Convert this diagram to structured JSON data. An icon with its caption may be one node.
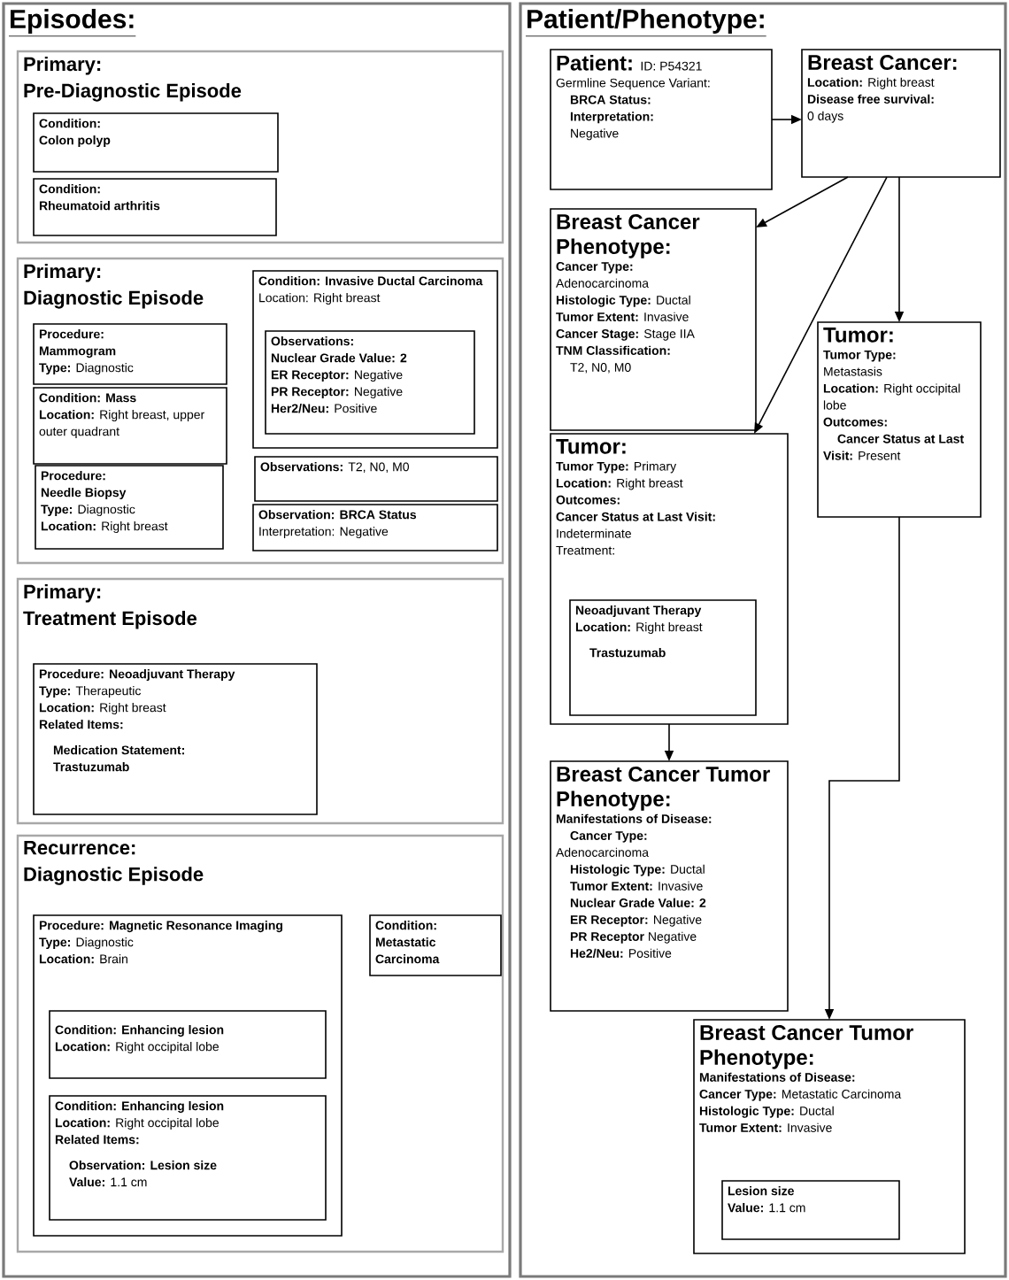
{
  "diagram": {
    "nodes": [
      {
        "text": [
          "Episodes:"
        ]
      },
      {
        "text": [
          "Primary:",
          "Pre-Diagnostic Episode"
        ],
        "in": 0
      },
      {
        "text": [
          "Condition:",
          "Colon polyp"
        ],
        "in": 1
      },
      {
        "text": [
          "Condition:",
          "Rheumatoid arthritis"
        ],
        "in": 1
      },
      {
        "text": [
          "Primary:",
          "Diagnostic Episode"
        ],
        "in": 0
      },
      {
        "text": [
          "Procedure:",
          "Mammogram",
          "**Type:** Diagnostic"
        ],
        "in": 4
      },
      {
        "text": [
          "Condition: Mass",
          "**Location:** Right breast, upper outer quadrant"
        ],
        "in": 4
      },
      {
        "text": [
          "Procedure:",
          "Needle Biopsy",
          "**Type:** Diagnostic",
          "**Location:** Right breast"
        ],
        "in": 4
      },
      {
        "text": [
          "Condition: Invasive Ductal Carcinoma",
          "Location: Right breast"
        ],
        "in": 4
      },
      {
        "text": [
          "Observations:",
          "Nuclear Grade Value: 2",
          "**ER Receptor:** Negative",
          "**PR Receptor:** Negative",
          "**Her2/Neu:** Positive"
        ],
        "in": 8
      },
      {
        "text": [
          "**Observations:** T2, N0, M0"
        ],
        "in": 4
      },
      {
        "text": [
          "Observation: BRCA Status",
          "Interpretation: Negative"
        ],
        "in": 4
      },
      {
        "text": [
          "Primary:",
          "Treatment Episode"
        ],
        "in": 0
      },
      {
        "text": [
          "Procedure: Neoadjuvant Therapy",
          "**Type:** Therapeutic",
          "**Location:** Right breast",
          "Related Items:",
          "Medication Statement:",
          "Trastuzumab"
        ],
        "in": 12
      },
      {
        "text": [
          "Recurrence:",
          "Diagnostic Episode"
        ],
        "in": 0
      },
      {
        "text": [
          "Procedure: Magnetic Resonance Imaging",
          "**Type:** Diagnostic",
          "**Location:** Brain"
        ],
        "in": 14
      },
      {
        "text": [
          "Condition: Enhancing lesion",
          "**Location:** Right occipital lobe"
        ],
        "in": 15
      },
      {
        "text": [
          "Condition: Enhancing lesion",
          "**Location:** Right occipital lobe",
          "Related Items:",
          "Observation: Lesion size",
          "**Value:** 1.1 cm"
        ],
        "in": 15
      },
      {
        "text": [
          "Condition: Metastatic Carcinoma"
        ],
        "in": 14
      },
      {
        "text": [
          "Patient/Phenotype:"
        ]
      },
      {
        "text": [
          "Patient:",
          "ID: P54321",
          "Germline Sequence Variant:",
          "BRCA Status:",
          "Interpretation:",
          "Negative"
        ],
        "in": 19
      },
      {
        "text": [
          "Breast Cancer:",
          "**Location:** Right breast",
          "Disease free survival:",
          "0 days"
        ],
        "in": 19
      },
      {
        "text": [
          "Breast Cancer Phenotype:",
          "Cancer Type:",
          "Adenocarcinoma",
          "**Histologic Type:** Ductal",
          "**Tumor Extent:** Invasive",
          "**Cancer Stage:** Stage IIA",
          "TNM Classification:",
          "T2, N0, M0"
        ],
        "in": 19
      },
      {
        "text": [
          "Tumor:",
          "Tumor Type:",
          "Metastasis",
          "**Location:** Right occipital lobe",
          "Outcomes:",
          "**Cancer Status at Last Visit:** Present"
        ],
        "in": 19
      },
      {
        "text": [
          "Tumor:",
          "**Tumor Type:** Primary",
          "**Location:** Right breast",
          "Outcomes:",
          "Cancer Status at Last Visit:",
          "Indeterminate",
          "Treatment:"
        ],
        "in": 19
      },
      {
        "text": [
          "Neoadjuvant Therapy",
          "**Location:** Right breast",
          "Trastuzumab"
        ],
        "in": 24
      },
      {
        "text": [
          "Breast Cancer Tumor Phenotype:",
          "Manifestations of Disease:",
          "Cancer Type:",
          "Adenocarcinoma",
          "**Histologic Type:** Ductal",
          "**Tumor Extent:** Invasive",
          "Nuclear Grade Value: 2",
          "**ER Receptor:** Negative",
          "**PR Receptor** Negative",
          "**He2/Neu:** Positive"
        ],
        "in": 19
      },
      {
        "text": [
          "Breast Cancer Tumor Phenotype:",
          "Manifestations of Disease:",
          "**Cancer Type:** Metastatic Carcinoma",
          "**Histologic Type:** Ductal",
          "**Tumor Extent:** Invasive"
        ],
        "in": 19
      },
      {
        "text": [
          "Lesion size",
          "**Value:** 1.1 cm"
        ],
        "in": 27
      }
    ],
    "edges": [
      {
        "from": 20,
        "to": 21,
        "arrow": "to"
      },
      {
        "from": 21,
        "to": 22,
        "arrow": "to"
      },
      {
        "from": 21,
        "to": 24,
        "arrow": "to"
      },
      {
        "from": 21,
        "to": 23,
        "arrow": "to"
      },
      {
        "from": 24,
        "to": 26,
        "arrow": "to"
      },
      {
        "from": 23,
        "to": 27,
        "arrow": "to"
      }
    ]
  }
}
